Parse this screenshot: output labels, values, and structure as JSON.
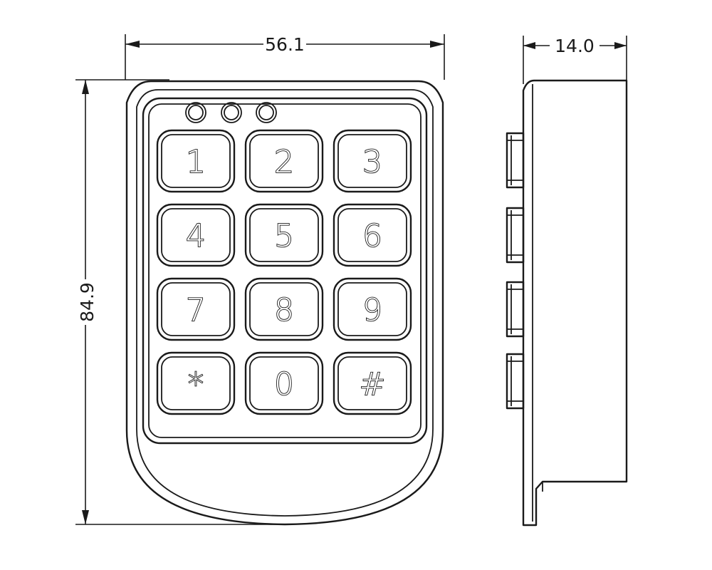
{
  "dimensions": {
    "width": "56.1",
    "height": "84.9",
    "depth": "14.0"
  },
  "keypad": {
    "indicator_count": 3,
    "keys": [
      "1",
      "2",
      "3",
      "4",
      "5",
      "6",
      "7",
      "8",
      "9",
      "*",
      "0",
      "#"
    ]
  },
  "side_view": {
    "button_count": 4
  }
}
